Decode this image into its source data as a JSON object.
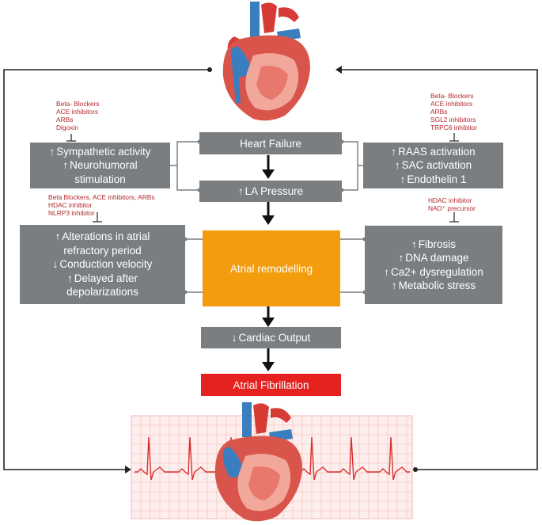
{
  "center": {
    "heart_failure": "Heart Failure",
    "la_pressure": "LA Pressure",
    "atrial_remodelling": "Atrial remodelling",
    "cardiac_output": "Cardiac Output",
    "atrial_fibrillation": "Atrial Fibrillation"
  },
  "left_top_box": {
    "line1": "Sympathetic activity",
    "line2": "Neurohumoral",
    "line3": "stimulation"
  },
  "right_top_box": {
    "line1": "RAAS activation",
    "line2": "SAC activation",
    "line3": "Endothelin 1"
  },
  "left_bottom_box": {
    "line1": "Alterations in atrial",
    "line2": "refractory period",
    "line3": "Conduction velocity",
    "line4": "Delayed after",
    "line5": "depolarizations"
  },
  "right_bottom_box": {
    "line1": "Fibrosis",
    "line2": "DNA damage",
    "line3": "Ca2+ dysregulation",
    "line4": "Metabolic stress"
  },
  "drugs": {
    "left_top": [
      "Beta- Blockers",
      "ACE inhibitors",
      "ARBs",
      "Digoxin"
    ],
    "left_mid": [
      "Beta Blockers, ACE inhibitors, ARBs",
      "HDAC inhibitor",
      "NLRP3  inhibitor"
    ],
    "right_top": [
      "Beta- Blockers",
      "ACE inhibitors",
      "ARBs",
      "SGL2 inhibitors",
      "TRPC6 inhibitor"
    ],
    "right_mid": [
      "HDAC inhibitor",
      "NAD⁺ precursor"
    ]
  },
  "colors": {
    "box_gray": "#7b7e81",
    "remodelling_orange": "#f39c0e",
    "af_red": "#e5221f",
    "drug_text_red": "#b2282d",
    "ecg_grid": "#f2b7b3",
    "ecg_trace": "#d9302b"
  },
  "icons": [
    "heart-illustration-top",
    "heart-illustration-bottom",
    "ecg-strip"
  ]
}
